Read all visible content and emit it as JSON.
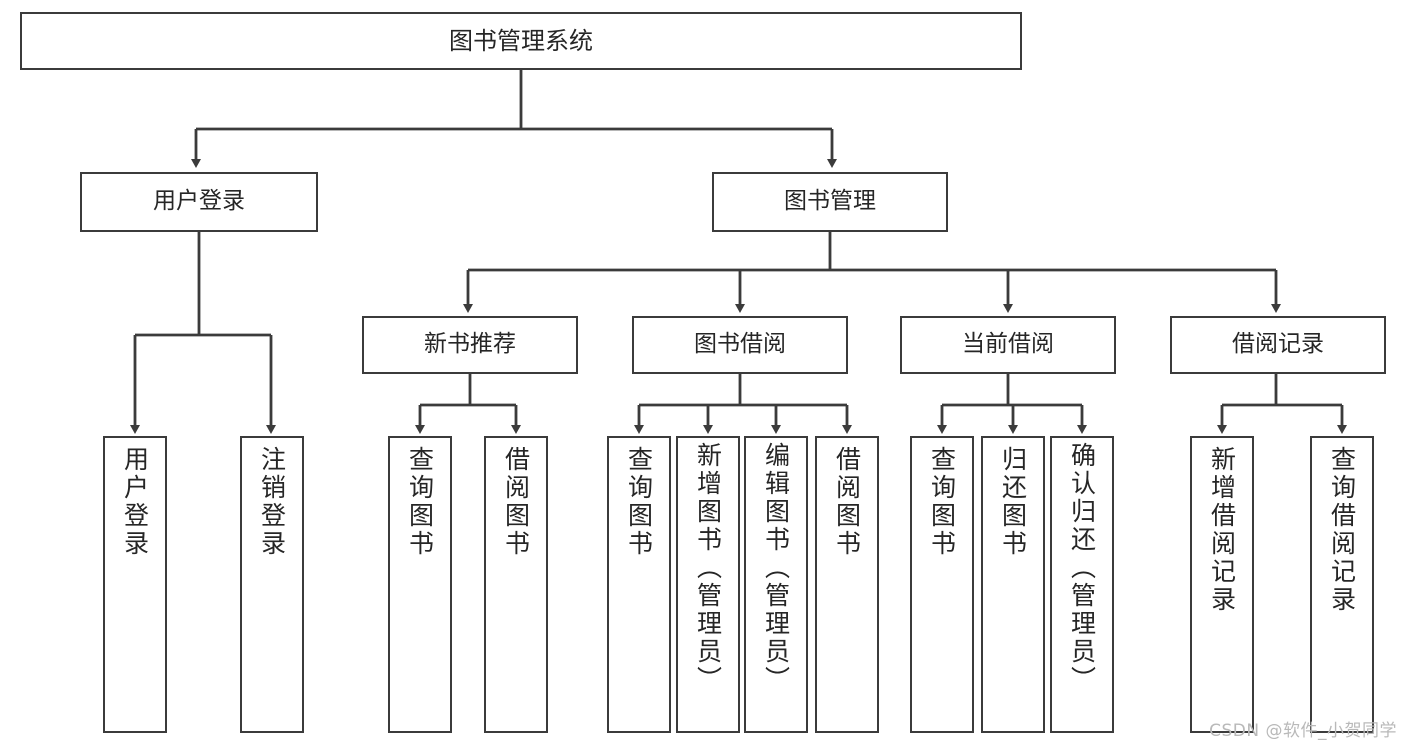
{
  "diagram": {
    "title": "图书管理系统",
    "type": "tree-structure-chart",
    "root": {
      "id": "root",
      "label": "图书管理系统"
    },
    "level2": [
      {
        "id": "user-login",
        "label": "用户登录"
      },
      {
        "id": "book-management",
        "label": "图书管理"
      }
    ],
    "level3": [
      {
        "id": "new-book-recommend",
        "label": "新书推荐",
        "parent": "book-management"
      },
      {
        "id": "book-borrow",
        "label": "图书借阅",
        "parent": "book-management"
      },
      {
        "id": "current-borrow",
        "label": "当前借阅",
        "parent": "book-management"
      },
      {
        "id": "borrow-record",
        "label": "借阅记录",
        "parent": "book-management"
      }
    ],
    "leaves": [
      {
        "id": "leaf-user-login",
        "label": "用户登录",
        "parent": "user-login"
      },
      {
        "id": "leaf-logout-login",
        "label": "注销登录",
        "parent": "user-login"
      },
      {
        "id": "leaf-query-book-1",
        "label": "查询图书",
        "parent": "new-book-recommend"
      },
      {
        "id": "leaf-borrow-book-1",
        "label": "借阅图书",
        "parent": "new-book-recommend"
      },
      {
        "id": "leaf-query-book-2",
        "label": "查询图书",
        "parent": "book-borrow"
      },
      {
        "id": "leaf-add-book",
        "label": "新增图书（管理员）",
        "parent": "book-borrow"
      },
      {
        "id": "leaf-edit-book",
        "label": "编辑图书（管理员）",
        "parent": "book-borrow"
      },
      {
        "id": "leaf-borrow-book-2",
        "label": "借阅图书",
        "parent": "book-borrow"
      },
      {
        "id": "leaf-query-book-3",
        "label": "查询图书",
        "parent": "current-borrow"
      },
      {
        "id": "leaf-return-book",
        "label": "归还图书",
        "parent": "current-borrow"
      },
      {
        "id": "leaf-confirm-return",
        "label": "确认归还（管理员）",
        "parent": "current-borrow"
      },
      {
        "id": "leaf-add-record",
        "label": "新增借阅记录",
        "parent": "borrow-record"
      },
      {
        "id": "leaf-query-record",
        "label": "查询借阅记录",
        "parent": "borrow-record"
      }
    ],
    "watermark": "CSDN @软件_小贺同学",
    "colors": {
      "border": "#3b3b3b",
      "text": "#262626",
      "edge": "#3b3b3b",
      "background": "#ffffff",
      "watermark": "#b9b9b9"
    }
  }
}
